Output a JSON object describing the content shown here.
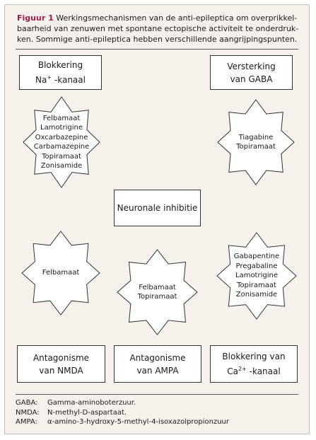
{
  "caption": {
    "figure_label": "Figuur 1",
    "text_lines": [
      "Werkingsmechanismen van de anti-epileptica om overprikkel-",
      "baarheid van zenuwen met spontane ectopische activiteit te onderdruk-",
      "ken. Sommige anti-epileptica hebben verschillende aangrijpingspunten."
    ]
  },
  "boxes": {
    "na_channel": {
      "line1": "Blokkering",
      "line2": "Na+ -kanaal"
    },
    "gaba": {
      "line1": "Versterking",
      "line2": "van GABA"
    },
    "center": {
      "line1": "Neuronale inhibitie"
    },
    "nmda": {
      "line1": "Antagonisme",
      "line2": "van NMDA"
    },
    "ampa": {
      "line1": "Antagonisme",
      "line2": "van AMPA"
    },
    "ca_channel": {
      "line1": "Blokkering van",
      "line2": "Ca2+ -kanaal"
    }
  },
  "stars": {
    "na_drugs": [
      "Felbamaat",
      "Lamotrigine",
      "Oxcarbazepine",
      "Carbamazepine",
      "Topiramaat",
      "Zonisamide"
    ],
    "gaba_drugs": [
      "Tiagabine",
      "Topiramaat"
    ],
    "nmda_drugs": [
      "Felbamaat"
    ],
    "ampa_drugs": [
      "Felbamaat",
      "Topiramaat"
    ],
    "ca_drugs": [
      "Gabapentine",
      "Pregabaline",
      "Lamotrigine",
      "Topiramaat",
      "Zonisamide"
    ]
  },
  "legend": [
    {
      "abbr": "GABA:",
      "text": "Gamma-aminoboterzuur."
    },
    {
      "abbr": "NMDA:",
      "text": "N-methyl-D-aspartaat."
    },
    {
      "abbr": "AMPA:",
      "text": "α-amino-3-hydroxy-5-methyl-4-isoxazolpropionzuur"
    }
  ],
  "colors": {
    "caption_label": "#9e1b4a",
    "panel_bg": "#f7f1ec"
  }
}
